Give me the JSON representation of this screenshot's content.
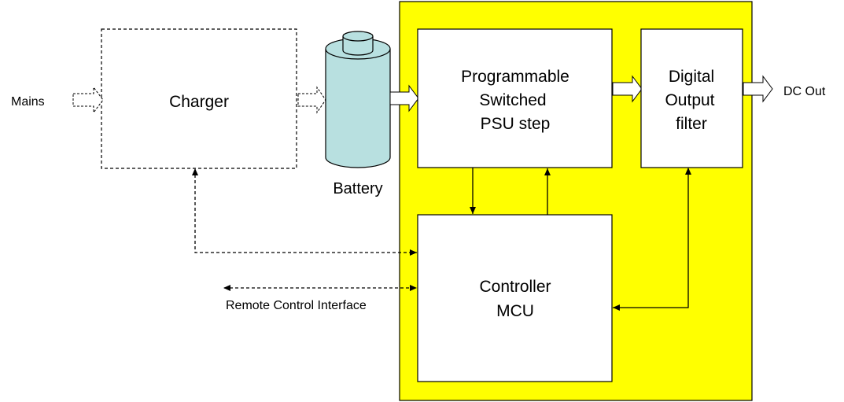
{
  "labels": {
    "mains": "Mains",
    "charger": "Charger",
    "battery": "Battery",
    "psu_line1": "Programmable",
    "psu_line2": "Switched",
    "psu_line3": "PSU step",
    "filter_line1": "Digital",
    "filter_line2": "Output",
    "filter_line3": "filter",
    "dc_out": "DC Out",
    "controller_line1": "Controller",
    "controller_line2": "MCU",
    "remote": "Remote Control Interface"
  },
  "colors": {
    "enclosure_fill": "#ffff00",
    "battery_fill": "#b8e0e0",
    "line": "#000000",
    "box_fill": "#ffffff"
  }
}
